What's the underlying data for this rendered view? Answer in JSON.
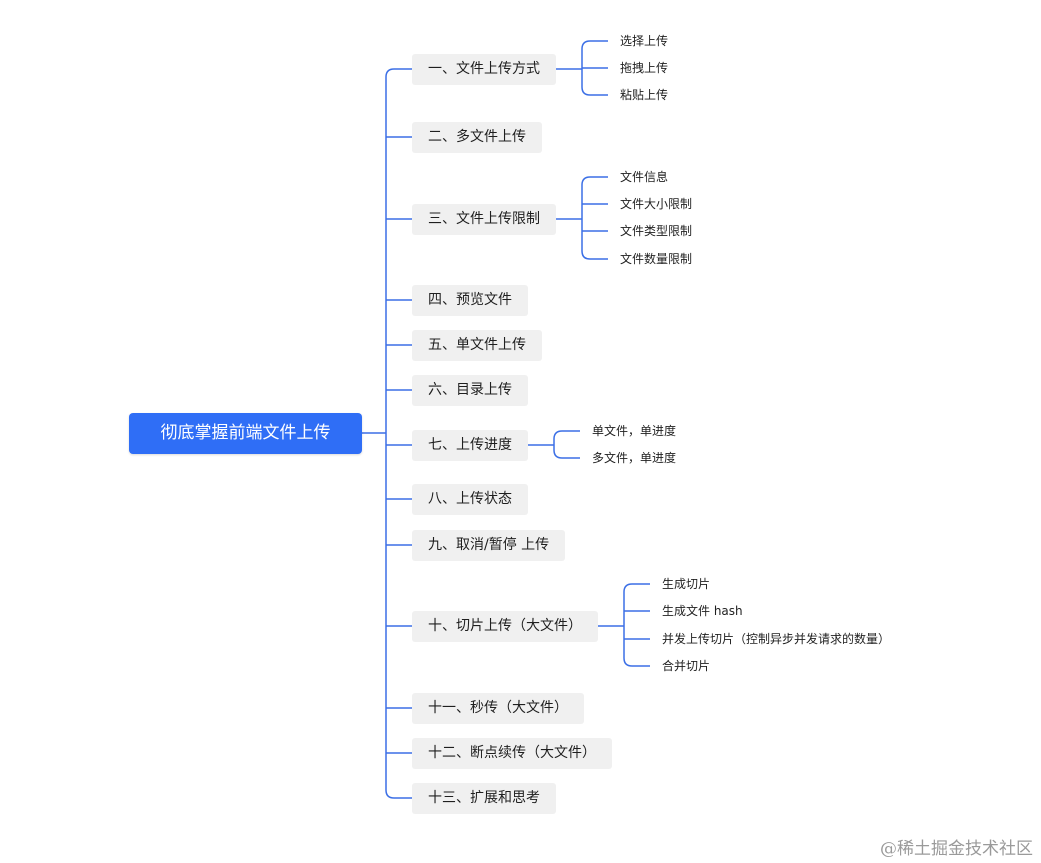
{
  "root": {
    "label": "彻底掌握前端文件上传"
  },
  "branches": [
    {
      "label": "一、文件上传方式",
      "children": [
        "选择上传",
        "拖拽上传",
        "粘贴上传"
      ]
    },
    {
      "label": "二、多文件上传",
      "children": []
    },
    {
      "label": "三、文件上传限制",
      "children": [
        "文件信息",
        "文件大小限制",
        "文件类型限制",
        "文件数量限制"
      ]
    },
    {
      "label": "四、预览文件",
      "children": []
    },
    {
      "label": "五、单文件上传",
      "children": []
    },
    {
      "label": "六、目录上传",
      "children": []
    },
    {
      "label": "七、上传进度",
      "children": [
        "单文件，单进度",
        "多文件，单进度"
      ]
    },
    {
      "label": "八、上传状态",
      "children": []
    },
    {
      "label": "九、取消/暂停 上传",
      "children": []
    },
    {
      "label": "十、切片上传（大文件）",
      "children": [
        "生成切片",
        "生成文件 hash",
        "并发上传切片（控制异步并发请求的数量）",
        "合并切片"
      ]
    },
    {
      "label": "十一、秒传（大文件）",
      "children": []
    },
    {
      "label": "十二、断点续传（大文件）",
      "children": []
    },
    {
      "label": "十三、扩展和思考",
      "children": []
    }
  ],
  "watermark": "@稀土掘金技术社区",
  "colors": {
    "root_bg": "#2f6ef6",
    "link": "#3b6fe6",
    "branch_bg": "#f0f0f0"
  }
}
